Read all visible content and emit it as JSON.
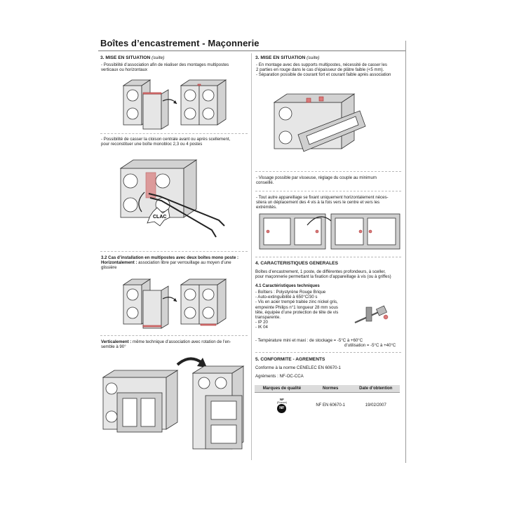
{
  "title": "Boîtes d’encastrement - Maçonnerie",
  "left": {
    "h3": "3. MISE EN SITUATION",
    "h3_suite": "(suite)",
    "p1": [
      "- Possibilité d’association afin de réaliser des montages multipostes",
      "  verticaux ou horizontaux"
    ],
    "p2": [
      "- Possibilité de casser la cloison centrale avant ou après scellement,",
      "  pour reconstituer une boîte monobloc 2,3 ou 4 postes"
    ],
    "clac": "CLAC",
    "h32": "3.2 Cas d’installation en multipostes avec deux boîtes mono poste :",
    "horiz_label": "Horizontalement :",
    "horiz_text": " association libre par verrouillage au moyen d’une",
    "horiz_text2": "  glissière",
    "vert_label": "Verticalement :",
    "vert_text": " même technique d’association avec rotation de l’en-",
    "vert_text2": "semble à 90°"
  },
  "right": {
    "h3": "3. MISE EN SITUATION",
    "h3_suite": "(suite)",
    "p1": [
      "- En montage avec des supports multipostes, nécessité de casser les",
      "  2 parties en rouge dans le cas d’épaisseur de plâtre faible (<5 mm).",
      "- Séparation possible de courant fort et courant faible après association"
    ],
    "p2": [
      "- Vissage possible par visseuse, réglage du couple au minimum",
      "  conseillé."
    ],
    "p3": [
      "- Tout autre appareillage se fixant uniquement horizontalement néces-",
      "  sitera un déplacement des 4 vis à la fois vers le centre et vers les",
      "  extrémités."
    ],
    "h4": "4. CARACTERISTIQUES GENERALES",
    "p4": [
      "Boîtes d’encastrement, 1 poste, de différentes profondeurs, à sceller,",
      "pour maçonnerie permettant la fixation d’appareillage à vis (ou à griffes)"
    ],
    "h41": "4.1 Caractéristiques techniques",
    "specs": [
      "- Boîtiers : Polystyrène Rouge Brique",
      "- Auto-extinguibilité à 650°C/30 s",
      "- Vis en acier trempé traitée zinc nickel gris,",
      "  empreinte Philips n°1 longueur 28 mm sous",
      "  tête, équipée d’une protection de tête de vis",
      "  transparente.",
      "- IP 20",
      "- IK 04"
    ],
    "temp1": "- Température mini et maxi : de stockage = -5°C à +60°C",
    "temp2": "d’utilisation  = -5°C à +40°C",
    "h5": "5. CONFORMITE - AGREMENTS",
    "conf": "Conforme à la norme CENELEC EN 60670-1",
    "agr": "Agréments : NF-OC-CCA",
    "table": {
      "headers": [
        "Marques de qualité",
        "Normes",
        "Date d’obtention"
      ],
      "row": {
        "logo_top": "NF",
        "logo_sub": "(France)",
        "logo": "NF",
        "norme": "NF EN 60670-1",
        "date": "19/02/2007"
      }
    }
  }
}
